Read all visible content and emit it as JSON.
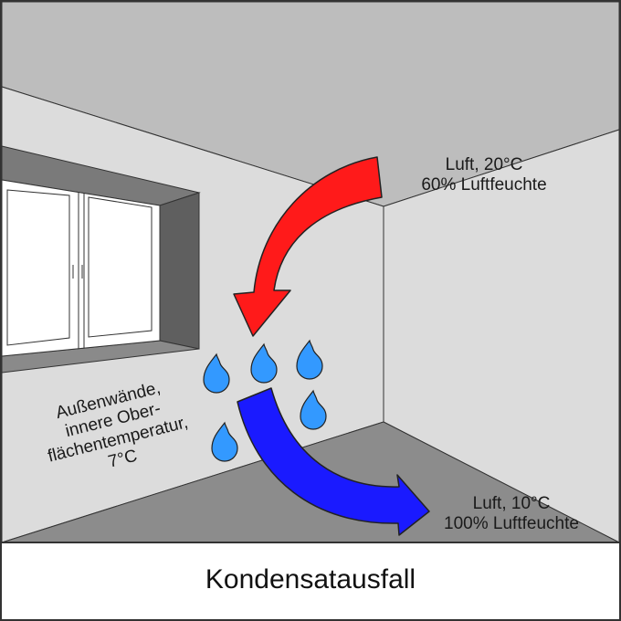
{
  "warm_air": {
    "line1": "Luft, 20°C",
    "line2": "60% Luftfeuchte"
  },
  "wall": {
    "line1": "Außenwände,",
    "line2": "innere Ober-",
    "line3": "flächentemperatur,",
    "line4": "7°C"
  },
  "cold_air": {
    "line1": "Luft, 10°C",
    "line2": "100% Luftfeuchte"
  },
  "caption": "Kondensatausfall",
  "colors": {
    "warm_arrow": "#ff1a1a",
    "cold_arrow": "#1a1aff",
    "droplet": "#3399ff",
    "ceiling": "#bdbdbd",
    "wall": "#dcdcdc",
    "floor": "#8c8c8c",
    "window_frame": "#6e6e6e"
  }
}
